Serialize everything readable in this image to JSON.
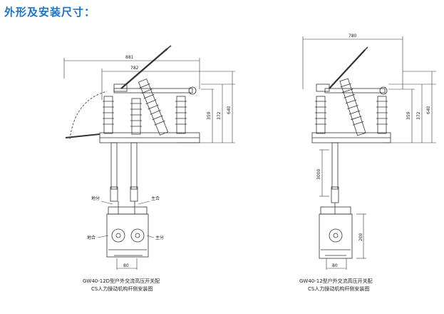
{
  "page": {
    "title": "外形及安装尺寸：",
    "title_color": "#1a75c9"
  },
  "left": {
    "dims": {
      "overall_width": "881",
      "span_width": "782",
      "h1": "359",
      "h2": "372",
      "h3": "640",
      "pitch": "80"
    },
    "labels": {
      "ground_top": "地分",
      "main_top": "主合",
      "ground_bottom": "地合",
      "main_bottom": "主分"
    },
    "caption": {
      "line1": "GW40-12D型户外交流高压开关配",
      "line2": "CS人力操动机构杆侧安装图"
    }
  },
  "right": {
    "dims": {
      "overall_width": "780",
      "h1": "359",
      "h2": "372",
      "h3": "640",
      "shaft": "3000",
      "height": "200",
      "pitch": "80"
    },
    "caption": {
      "line1": "GW40-12型户外交流高压开关配",
      "line2": "CS人力操动机构杆侧安装图"
    }
  }
}
